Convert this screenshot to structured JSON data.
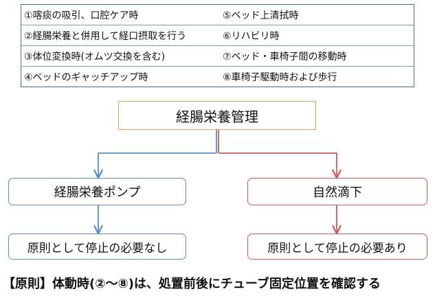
{
  "conditions": [
    [
      "①喀痰の吸引、口腔ケア時",
      "⑤ベッド上清拭時"
    ],
    [
      "②経腸栄養と併用して経口摂取を行う",
      "⑥リハビリ時"
    ],
    [
      "③体位変換時(オムツ交換を含む)",
      "⑦ベッド・車椅子間の移動時"
    ],
    [
      "④ベッドのギャッチアップ時",
      "⑧車椅子駆動時および歩行"
    ]
  ],
  "flow": {
    "root": "経腸栄養管理",
    "left_branch": "経腸栄養ポンプ",
    "right_branch": "自然滴下",
    "left_result": "原則として停止の必要なし",
    "right_result": "原則として停止の必要あり"
  },
  "footer_note": "【原則】体動時(②～⑧)は、処置前後にチューブ固定位置を確認する",
  "colors": {
    "root_border": "#f4a24e",
    "left_branch": "#5b8cc6",
    "right_branch": "#cf5a5a",
    "table_border": "#4a6a9a"
  }
}
